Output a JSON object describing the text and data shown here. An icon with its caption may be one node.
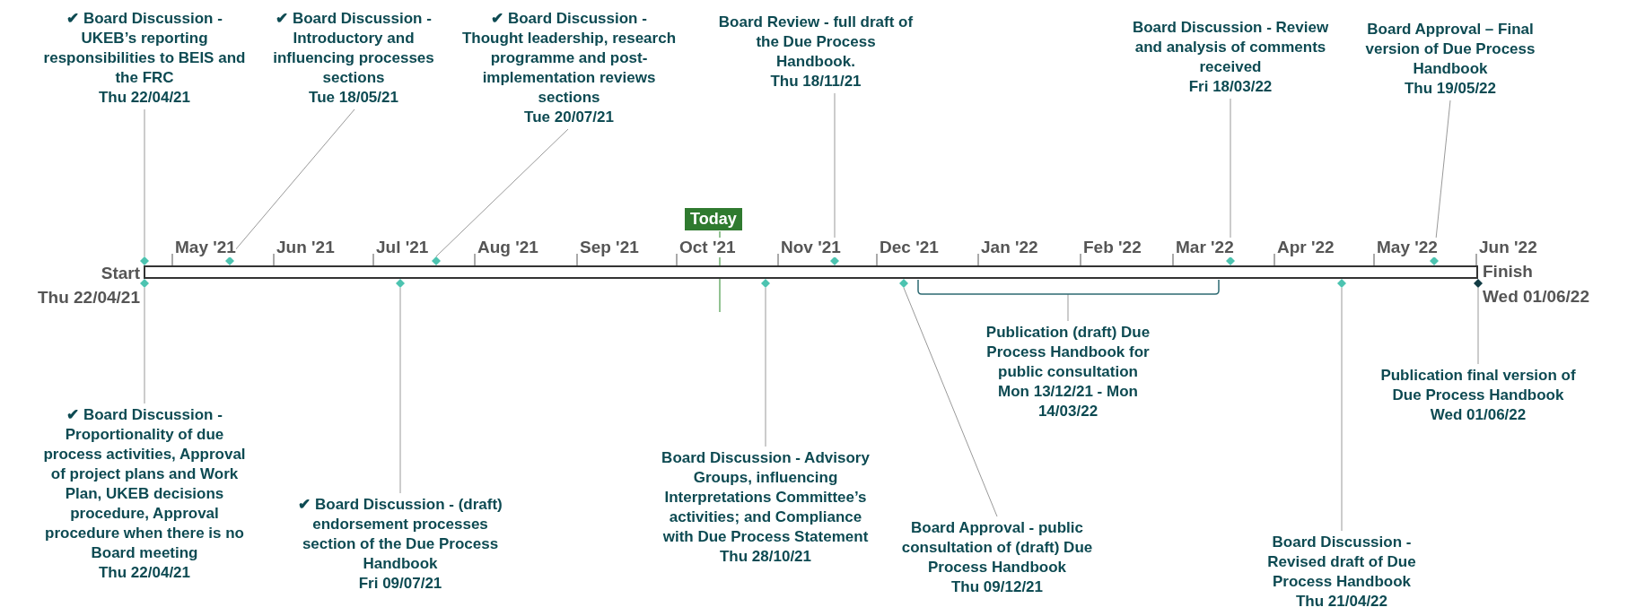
{
  "diagram": {
    "nodes": [
      {
        "text": [
          "✔ Board Discussion - UKEB’s reporting responsibilities to BEIS and the FRC",
          "Thu 22/04/21"
        ]
      },
      {
        "text": [
          "✔ Board Discussion - Introductory and influencing processes sections",
          "Tue 18/05/21"
        ]
      },
      {
        "text": [
          "✔ Board Discussion - Thought leadership, research programme and post-implementation reviews sections",
          "Tue 20/07/21"
        ]
      },
      {
        "text": [
          "Board Review - full draft of the Due Process Handbook.",
          "Thu 18/11/21"
        ]
      },
      {
        "text": [
          "Board Discussion - Review and analysis of comments received",
          "Fri 18/03/22"
        ]
      },
      {
        "text": [
          "Board Approval – Final version of Due Process Handbook",
          "Thu 19/05/22"
        ]
      },
      {
        "text": [
          "✔ Board Discussion - Proportionality of due process activities, Approval of project plans and Work Plan, UKEB decisions procedure, Approval procedure when there is no Board meeting",
          "Thu 22/04/21"
        ]
      },
      {
        "text": [
          "✔ Board Discussion - (draft) endorsement processes section of the Due Process Handbook",
          "Fri 09/07/21"
        ]
      },
      {
        "text": [
          "Board Discussion - Advisory Groups, influencing Interpretations Committee’s activities; and Compliance with Due Process Statement",
          "Thu 28/10/21"
        ]
      },
      {
        "text": [
          "Board Approval - public consultation of (draft) Due Process Handbook",
          "Thu 09/12/21"
        ]
      },
      {
        "text": [
          "Publication (draft) Due Process Handbook for public consultation",
          "Mon 13/12/21 - Mon 14/03/22"
        ]
      },
      {
        "text": [
          "Board Discussion - Revised draft of Due Process Handbook",
          "Thu 21/04/22"
        ]
      },
      {
        "text": [
          "Publication final version of Due Process Handbook",
          "Wed 01/06/22"
        ]
      },
      {
        "text": [],
        "shape": "diamond"
      },
      {
        "text": [],
        "shape": "diamond"
      },
      {
        "text": [],
        "shape": "diamond"
      },
      {
        "text": [],
        "shape": "diamond"
      },
      {
        "text": [],
        "shape": "diamond"
      },
      {
        "text": [],
        "shape": "diamond"
      },
      {
        "text": [],
        "shape": "diamond"
      },
      {
        "text": [],
        "shape": "diamond"
      },
      {
        "text": [],
        "shape": "bracket"
      },
      {
        "text": [],
        "shape": "diamond"
      },
      {
        "text": [],
        "shape": "diamond"
      },
      {
        "text": [],
        "shape": "diamond"
      },
      {
        "text": [],
        "shape": "diamond"
      },
      {
        "text": [],
        "shape": "bar"
      }
    ],
    "edges": [
      {
        "from": 0,
        "to": 13,
        "arrow": "none"
      },
      {
        "from": 1,
        "to": 15,
        "arrow": "none"
      },
      {
        "from": 2,
        "to": 17,
        "arrow": "none"
      },
      {
        "from": 3,
        "to": 19,
        "arrow": "none"
      },
      {
        "from": 4,
        "to": 22,
        "arrow": "none"
      },
      {
        "from": 5,
        "to": 24,
        "arrow": "none"
      },
      {
        "from": 6,
        "to": 14,
        "arrow": "none"
      },
      {
        "from": 7,
        "to": 16,
        "arrow": "none"
      },
      {
        "from": 8,
        "to": 18,
        "arrow": "none"
      },
      {
        "from": 9,
        "to": 20,
        "arrow": "none"
      },
      {
        "from": 10,
        "to": 21,
        "arrow": "none"
      },
      {
        "from": 11,
        "to": 23,
        "arrow": "none"
      },
      {
        "from": 12,
        "to": 25,
        "arrow": "none"
      }
    ],
    "labels": [
      "May '21",
      "Jun '21",
      "Jul '21",
      "Aug '21",
      "Sep '21",
      "Oct '21",
      "Nov '21",
      "Dec '21",
      "Jan '22",
      "Feb '22",
      "Mar '22",
      "Apr '22",
      "May '22",
      "Jun '22",
      "Today",
      "Start",
      "Thu 22/04/21",
      "Finish",
      "Wed 01/06/22"
    ]
  }
}
